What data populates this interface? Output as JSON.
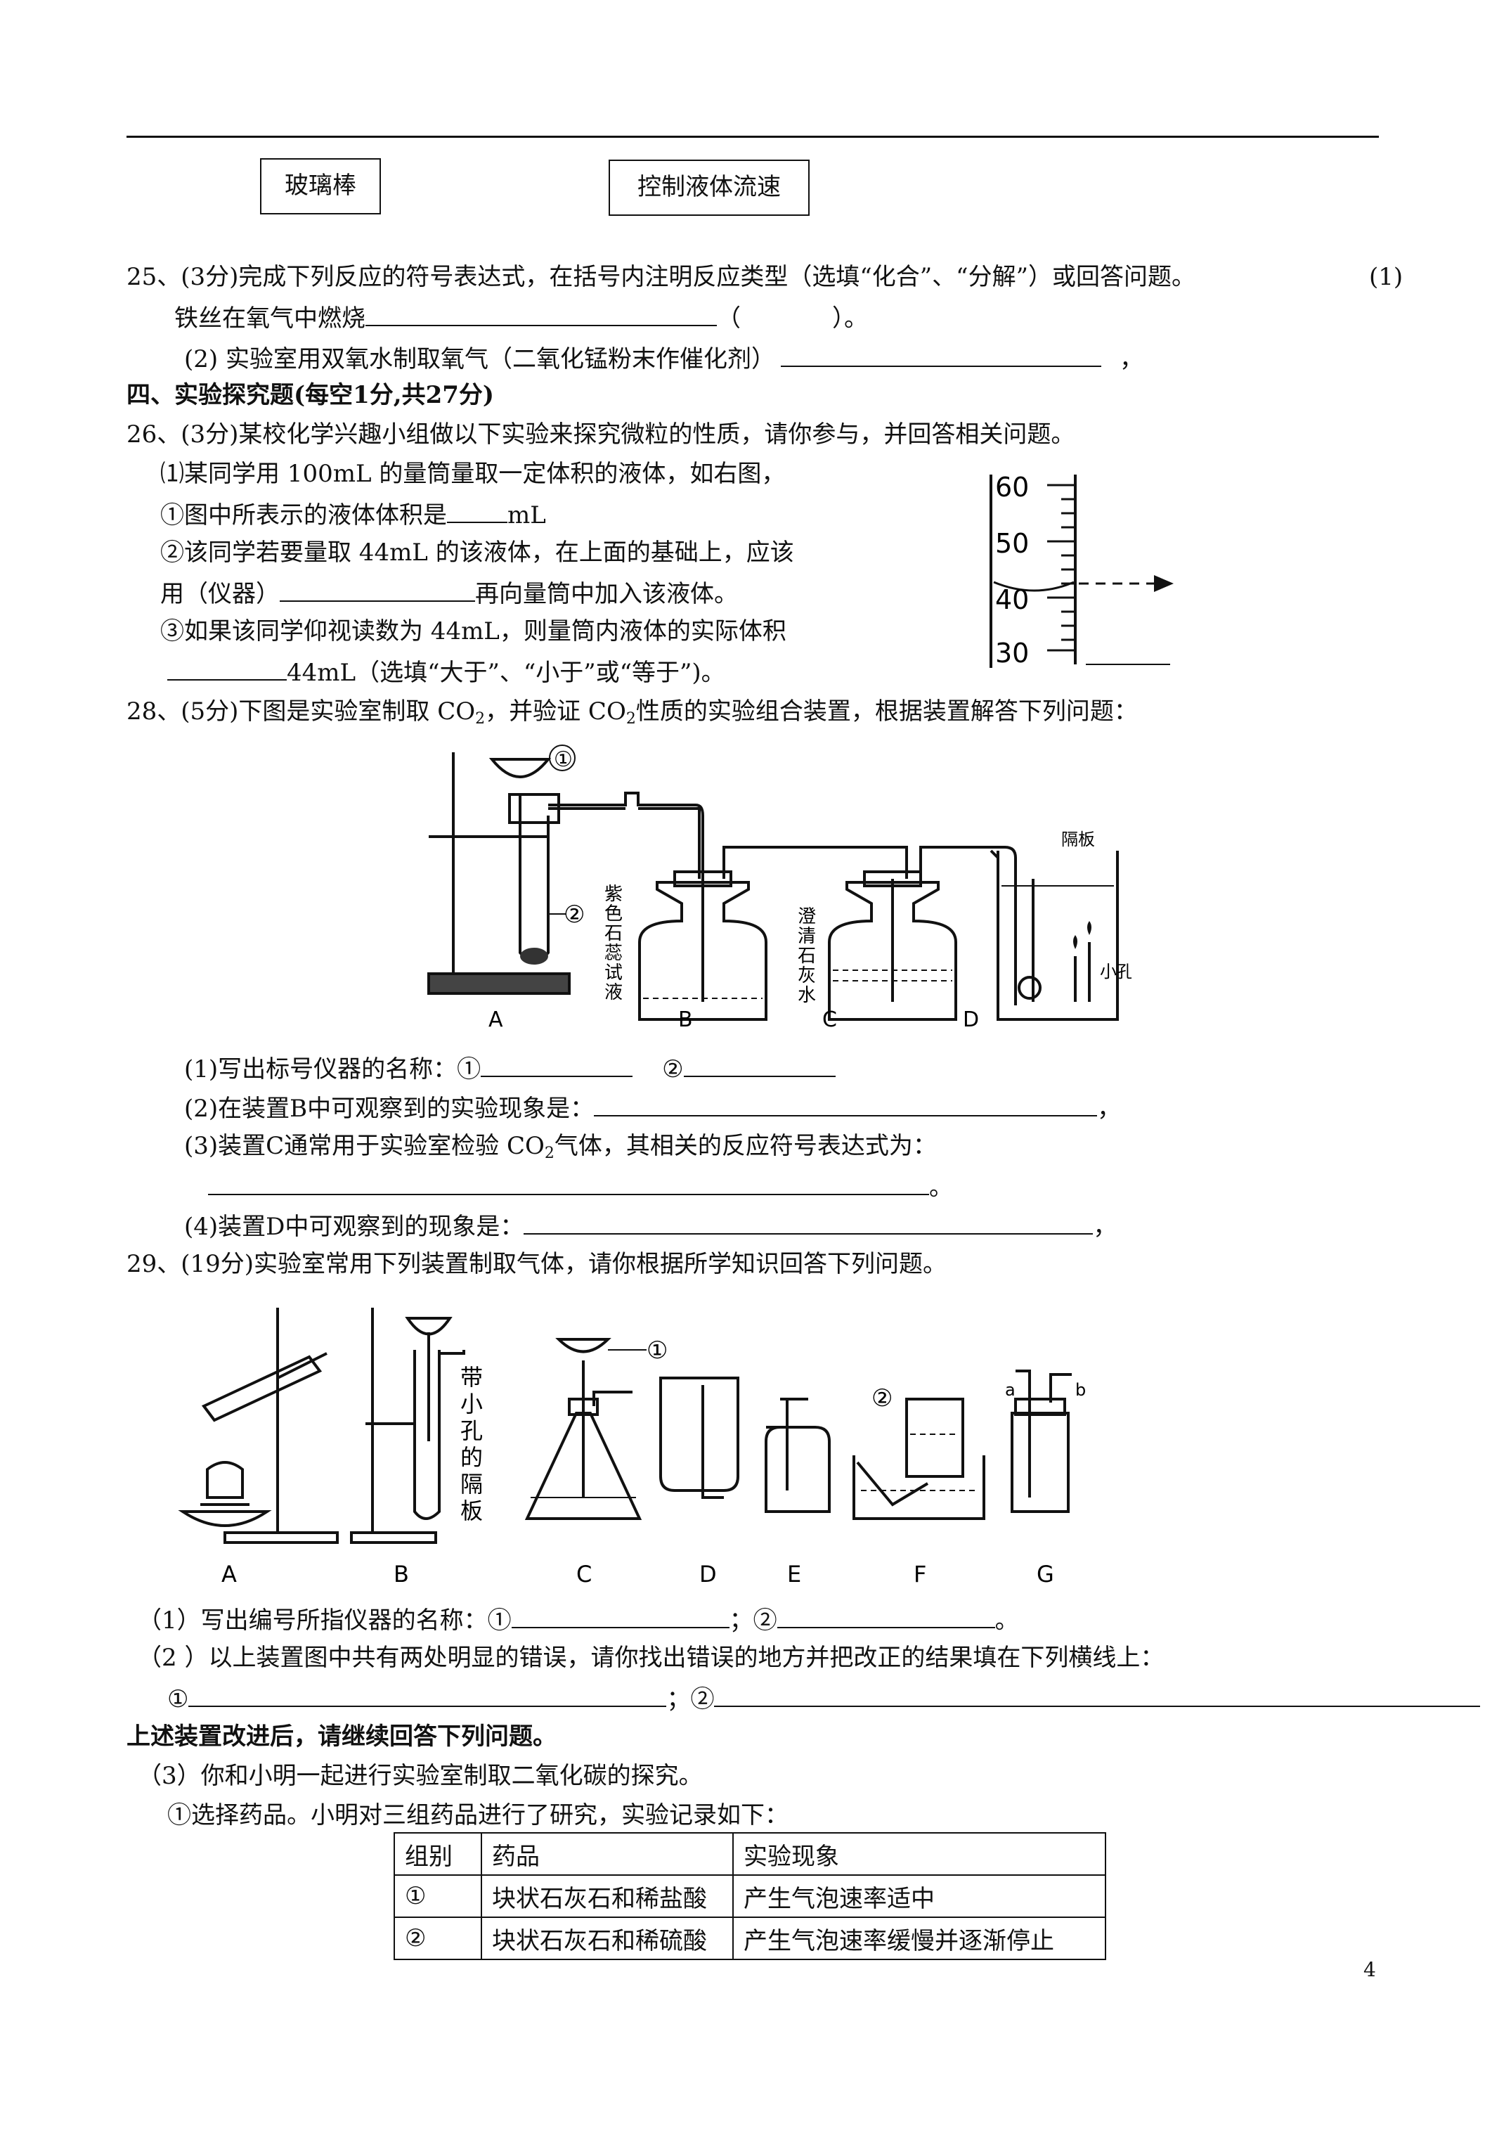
{
  "top_boxes": [
    "玻璃棒",
    "控制液体流速"
  ],
  "q25": {
    "stem": "25、(3分)完成下列反应的符号表达式，在括号内注明反应类型（选填“化合”、“分解”）或回答问题。",
    "num1": "(1)",
    "part1": "铁丝在氧气中燃烧",
    "part1_paren_open": "（",
    "part1_paren_close": "）。",
    "part2": "(2)  实验室用双氧水制取氧气（二氧化锰粉末作催化剂）",
    "part2_end": "，"
  },
  "section4": "四、实验探究题(每空1分,共27分)",
  "q26": {
    "stem": "26、(3分)某校化学兴趣小组做以下实验来探究微粒的性质，请你参与，并回答相关问题。",
    "l1": "⑴某同学用 100mL 的量筒量取一定体积的液体，如右图，",
    "l2a": "①图中所表示的液体体积是",
    "l2b": "mL",
    "l3": "②该同学若要量取 44mL 的该液体，在上面的基础上，应该",
    "l4a": "用（仪器）",
    "l4b": "再向量筒中加入该液体。",
    "l5": "③如果该同学仰视读数为 44mL，则量筒内液体的实际体积",
    "l6": "44mL（选填“大于”、“小于”或“等于”)。",
    "cylinder_ticks": [
      "60",
      "50",
      "40",
      "30"
    ]
  },
  "q28": {
    "stem_a": "28、(5分)下图是实验室制取 CO",
    "stem_b": "，并验证 CO",
    "stem_c": "性质的实验组合装置，根据装置解答下列问题：",
    "sub2": "2",
    "fig": {
      "labels": [
        "A",
        "B",
        "C",
        "D"
      ],
      "num1": "①",
      "num2": "②",
      "b_text": [
        "紫",
        "色",
        "石",
        "蕊",
        "试",
        "液"
      ],
      "c_text": [
        "澄",
        "清",
        "石",
        "灰",
        "水"
      ],
      "partition": "隔板",
      "hole": "小孔"
    },
    "a1": "(1)写出标号仪器的名称：①",
    "a1b": "②",
    "a2": "(2)在装置B中可观察到的实验现象是：",
    "a2_end": "，",
    "a3a": "(3)装置C通常用于实验室检验 CO",
    "a3b": "气体，其相关的反应符号表达式为：",
    "a3_end": "。",
    "a4": "(4)装置D中可观察到的现象是：",
    "a4_end": "，"
  },
  "q29": {
    "stem": "29、(19分)实验室常用下列装置制取气体，请你根据所学知识回答下列问题。",
    "fig": {
      "labels": [
        "A",
        "B",
        "C",
        "D",
        "E",
        "F",
        "G"
      ],
      "b_note": [
        "带",
        "小",
        "孔",
        "的",
        "隔",
        "板"
      ],
      "num1": "①",
      "num2": "②",
      "g_a": "a",
      "g_b": "b"
    },
    "a1": "（1）写出编号所指仪器的名称：①",
    "a1_sep": "；②",
    "a1_end": "。",
    "a2": "（2 ）以上装置图中共有两处明显的错误，请你找出错误的地方并把改正的结果填在下列横线上：",
    "a2_1": "①",
    "a2_sep": "；②",
    "after": "上述装置改进后，请继续回答下列问题。",
    "a3": "（3）你和小明一起进行实验室制取二氧化碳的探究。",
    "a3_1": "①选择药品。小明对三组药品进行了研究，实验记录如下：",
    "table": {
      "headers": [
        "组别",
        "药品",
        "实验现象"
      ],
      "rows": [
        [
          "①",
          "块状石灰石和稀盐酸",
          "产生气泡速率适中"
        ],
        [
          "②",
          "块状石灰石和稀硫酸",
          "产生气泡速率缓慢并逐渐停止"
        ]
      ]
    }
  },
  "page_number": "4"
}
